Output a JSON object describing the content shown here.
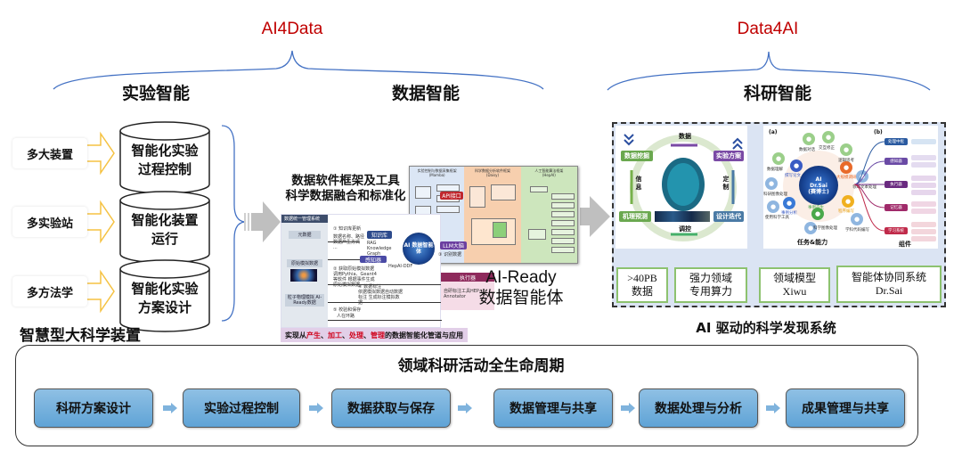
{
  "colors": {
    "accent_red": "#c00000",
    "brace_blue": "#4472c4",
    "arrow_gray": "#bfbfbf",
    "input_arrow_yellow": "#f5c242",
    "step_blue": "#6aaedc",
    "feature_border_green": "#8dc26f",
    "highlight_red": "#d0021b"
  },
  "top_groups": {
    "ai4data": "AI4Data",
    "data4ai": "Data4AI"
  },
  "sections": {
    "experiment": "实验智能",
    "data": "数据智能",
    "research": "科研智能"
  },
  "experiment": {
    "inputs": [
      {
        "label": "多大装置",
        "icon": "hollow-arrow-right-icon"
      },
      {
        "label": "多实验站",
        "icon": "hollow-arrow-right-icon"
      },
      {
        "label": "多方法学",
        "icon": "hollow-arrow-right-icon"
      }
    ],
    "cylinders": [
      {
        "line1": "智能化实验",
        "line2": "过程控制"
      },
      {
        "line1": "智能化装置",
        "line2": "运行"
      },
      {
        "line1": "智能化实验",
        "line2": "方案设计"
      }
    ],
    "caption": "智慧型大科学装置"
  },
  "data_intel": {
    "title_line1": "数据软件框架及工具",
    "title_line2": "科学数据融合和标准化",
    "ready_line1": "AI-Ready",
    "ready_line2": "数据智能体",
    "panel": {
      "header": "数据统一管理系统",
      "left_items": [
        "元数据",
        "原始模拟数据",
        "粒子物理模拟 AI-Ready数据"
      ],
      "api": "API接口",
      "llm": "LLM大脑",
      "knowledge": "知识库",
      "perceiver": "感知器",
      "executor": "执行器",
      "agent_core": "AI 数据智能体",
      "step1": "① 知识库更新",
      "step1_detail": "数据名称、路径 数据产生方式 ...",
      "kb_detail": "RAG Knowledge Graph",
      "step2": "② 获取原始模拟数据",
      "step2_detail": "调用Pythia、Geant4等软件 根据事件生成原始模拟数据",
      "step3": "③ 识别数据",
      "step3_detail": "重名称、对齐 配套处理软件",
      "hepai": "HepAI-DDF",
      "step4": "④ 数据标注",
      "step4_detail": "依据模拟数据自动数据标注 生成标注模拟数据",
      "executor_tool": "自研标注工具HEP-Annotator",
      "step5": "⑤ 校验和保存",
      "step5_detail": "人在环路",
      "bottom_prefix": "实现从",
      "bottom_highlights": [
        "产生",
        "加工",
        "处理",
        "管理"
      ],
      "bottom_sep": "、",
      "bottom_suffix": "的数据智能化管道与应用"
    },
    "arch_columns": [
      {
        "title": "实验控制与数据采集框架",
        "subtitle": "(Mamba)"
      },
      {
        "title": "科学数据分析软件框架",
        "subtitle": "(Daisy)"
      },
      {
        "title": "人工智能算法框架",
        "subtitle": "(HepAI)"
      }
    ]
  },
  "research_intel": {
    "cycle": {
      "nodes": [
        "数据挖掘",
        "实验方案",
        "机理预测",
        "设计迭代"
      ],
      "edges": [
        "数据",
        "信息",
        "定制",
        "调控"
      ]
    },
    "drsai": {
      "panel_a_label": "(a)",
      "panel_b_label": "(b)",
      "core_line1": "AI",
      "core_line2": "Dr.Sai",
      "core_line3": "(赛博士)",
      "tasks": [
        "数据对话",
        "交互修正",
        "逻辑思考",
        "领域文本处理",
        "学科代码编写",
        "科学图像处理",
        "使用科学工具",
        "科研图像处理",
        "数据理解",
        "撰写论文",
        "大规模调研",
        "程序编写",
        "事例分析",
        "事例产生"
      ],
      "caption_a": "任务&能力",
      "components": [
        "处理中枢",
        "感知器",
        "执行器",
        "记忆器",
        "学习系统"
      ],
      "caption_b": "组件"
    },
    "features": [
      {
        "line1": ">40PB",
        "line2": "数据"
      },
      {
        "line1": "强力领域",
        "line2": "专用算力"
      },
      {
        "line1": "领域模型",
        "line2": "Xiwu"
      },
      {
        "line1": "智能体协同系统",
        "line2": "Dr.Sai"
      }
    ],
    "caption": "AI 驱动的科学发现系统"
  },
  "lifecycle": {
    "title": "领域科研活动全生命周期",
    "steps": [
      "科研方案设计",
      "实验过程控制",
      "数据获取与保存",
      "数据管理与共享",
      "数据处理与分析",
      "成果管理与共享"
    ]
  }
}
